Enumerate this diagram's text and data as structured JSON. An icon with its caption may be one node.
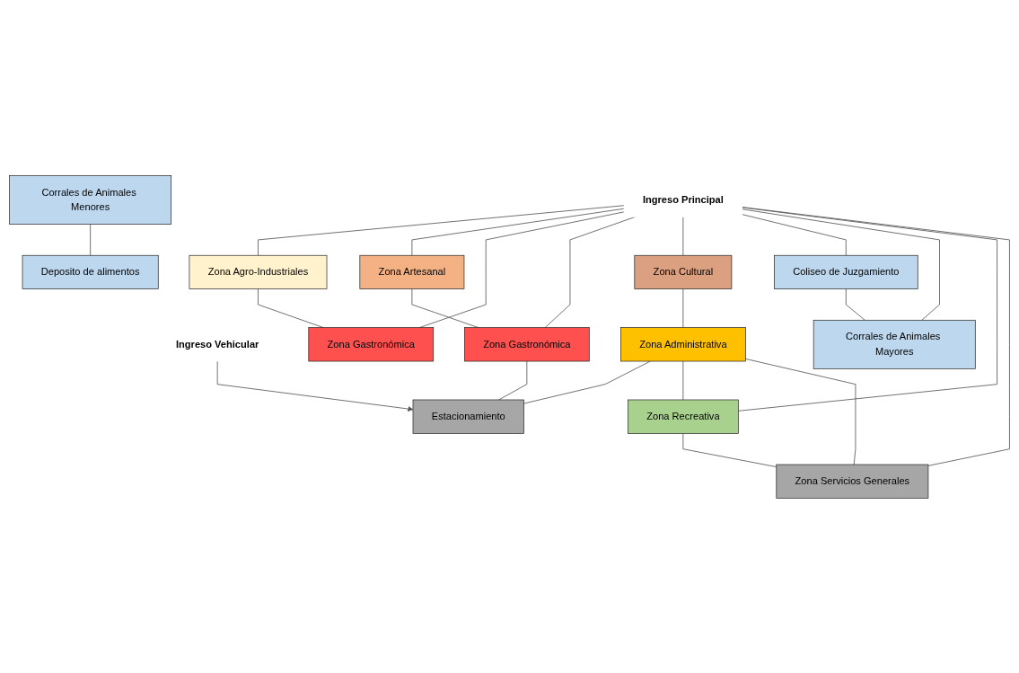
{
  "diagram": {
    "nodes": [
      {
        "text": [
          "Ingreso Principal"
        ]
      },
      {
        "text": [
          "Ingreso Vehicular"
        ]
      },
      {
        "text": [
          "Zona Agro-Industriales"
        ]
      },
      {
        "text": [
          "Zona Artesanal"
        ]
      },
      {
        "text": [
          "Zona Gastronómica"
        ]
      },
      {
        "text": [
          "Zona Gastronómica"
        ]
      },
      {
        "text": [
          "Estacionamiento"
        ]
      },
      {
        "text": [
          "Corrales de Animales Menores"
        ]
      },
      {
        "text": [
          "Coliseo de Juzgamiento"
        ]
      },
      {
        "text": [
          "Zona Cultural"
        ]
      },
      {
        "text": [
          "Zona Administrativa"
        ]
      },
      {
        "text": [
          "Deposito de alimentos"
        ]
      },
      {
        "text": [
          "Corrales de Animales Mayores"
        ]
      },
      {
        "text": [
          "Zona Recreativa"
        ]
      },
      {
        "text": [
          "Zona Servicios Generales"
        ]
      }
    ],
    "edges": [
      {
        "from": 0,
        "to": 2,
        "arrow": "none"
      },
      {
        "from": 0,
        "to": 3,
        "arrow": "none"
      },
      {
        "from": 0,
        "to": 4,
        "arrow": "none"
      },
      {
        "from": 0,
        "to": 5,
        "arrow": "none"
      },
      {
        "from": 0,
        "to": 9,
        "arrow": "none"
      },
      {
        "from": 0,
        "to": 8,
        "arrow": "none"
      },
      {
        "from": 0,
        "to": 12,
        "arrow": "none"
      },
      {
        "from": 0,
        "to": 13,
        "arrow": "none"
      },
      {
        "from": 0,
        "to": 14,
        "arrow": "none"
      },
      {
        "from": 1,
        "to": 6,
        "arrow": "to"
      },
      {
        "from": 2,
        "to": 4,
        "arrow": "none"
      },
      {
        "from": 3,
        "to": 5,
        "arrow": "none"
      },
      {
        "from": 5,
        "to": 6,
        "arrow": "none"
      },
      {
        "from": 9,
        "to": 10,
        "arrow": "none"
      },
      {
        "from": 10,
        "to": 6,
        "arrow": "none"
      },
      {
        "from": 7,
        "to": 11,
        "arrow": "none"
      },
      {
        "from": 8,
        "to": 12,
        "arrow": "none"
      },
      {
        "from": 10,
        "to": 13,
        "arrow": "none"
      },
      {
        "from": 13,
        "to": 14,
        "arrow": "none"
      },
      {
        "from": 10,
        "to": 14,
        "arrow": "none"
      }
    ]
  }
}
